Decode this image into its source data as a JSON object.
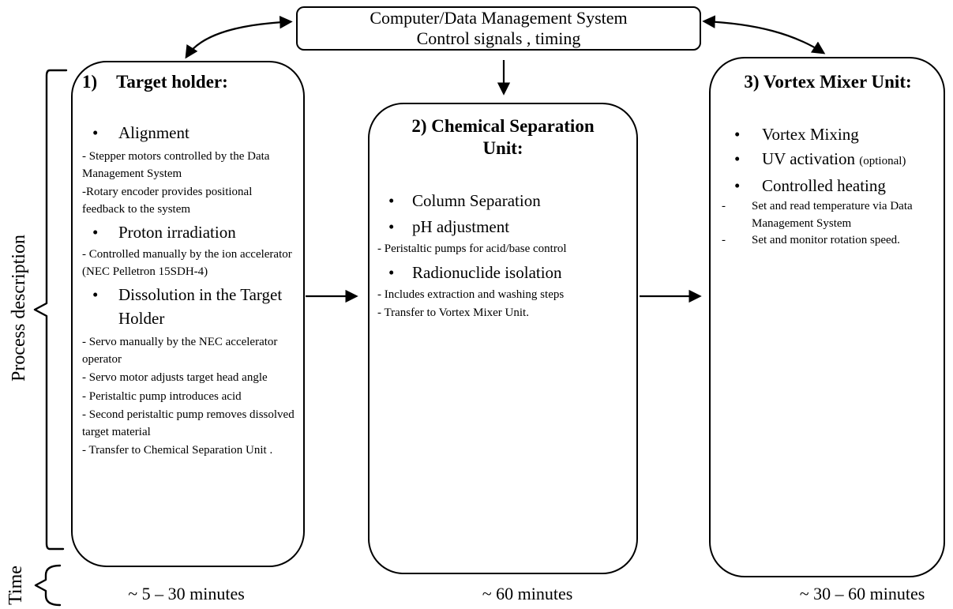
{
  "controller": {
    "line1": "Computer/Data Management System",
    "line2": "Control signals , timing"
  },
  "labels": {
    "process": "Process description",
    "time": "Time"
  },
  "box1": {
    "num": "1)",
    "title": "Target holder:",
    "items": [
      {
        "marker": "•",
        "text": "Alignment"
      },
      {
        "marker": "",
        "text": "- Stepper motors controlled by the Data Management System"
      },
      {
        "marker": "",
        "text": "-Rotary encoder provides positional feedback to the system"
      },
      {
        "marker": "•",
        "text": "Proton irradiation"
      },
      {
        "marker": "",
        "text": "- Controlled manually by the ion accelerator (NEC Pelletron 15SDH-4)"
      },
      {
        "marker": "•",
        "text": "Dissolution in the Target Holder"
      },
      {
        "marker": "",
        "text": "- Servo manually by the NEC accelerator operator"
      },
      {
        "marker": "",
        "text": "- Servo motor adjusts target head angle"
      },
      {
        "marker": "",
        "text": "- Peristaltic pump introduces acid"
      },
      {
        "marker": "",
        "text": "- Second peristaltic pump removes dissolved target material"
      },
      {
        "marker": "",
        "text": "- Transfer to Chemical Separation Unit ."
      }
    ],
    "time": "~ 5 – 30 minutes"
  },
  "box2": {
    "title_line1": "2) Chemical Separation",
    "title_line2": "Unit:",
    "items": [
      {
        "marker": "•",
        "text": "Column Separation"
      },
      {
        "marker": "•",
        "text": "pH adjustment"
      },
      {
        "marker": "",
        "text": "- Peristaltic pumps for acid/base control"
      },
      {
        "marker": "•",
        "text": "Radionuclide isolation"
      },
      {
        "marker": "",
        "text": "- Includes extraction and washing steps"
      },
      {
        "marker": "",
        "text": "- Transfer to Vortex Mixer Unit."
      }
    ],
    "time": "~ 60 minutes"
  },
  "box3": {
    "title": "3) Vortex Mixer Unit:",
    "items": [
      {
        "marker": "•",
        "text": "Vortex Mixing"
      },
      {
        "marker": "•",
        "text": "UV activation",
        "note": "(optional)"
      },
      {
        "marker": "•",
        "text": "Controlled heating"
      },
      {
        "marker": "-",
        "text": "Set and read temperature via Data Management System"
      },
      {
        "marker": "-",
        "text": "Set and monitor rotation speed."
      }
    ],
    "time": "~ 30 – 60 minutes"
  }
}
